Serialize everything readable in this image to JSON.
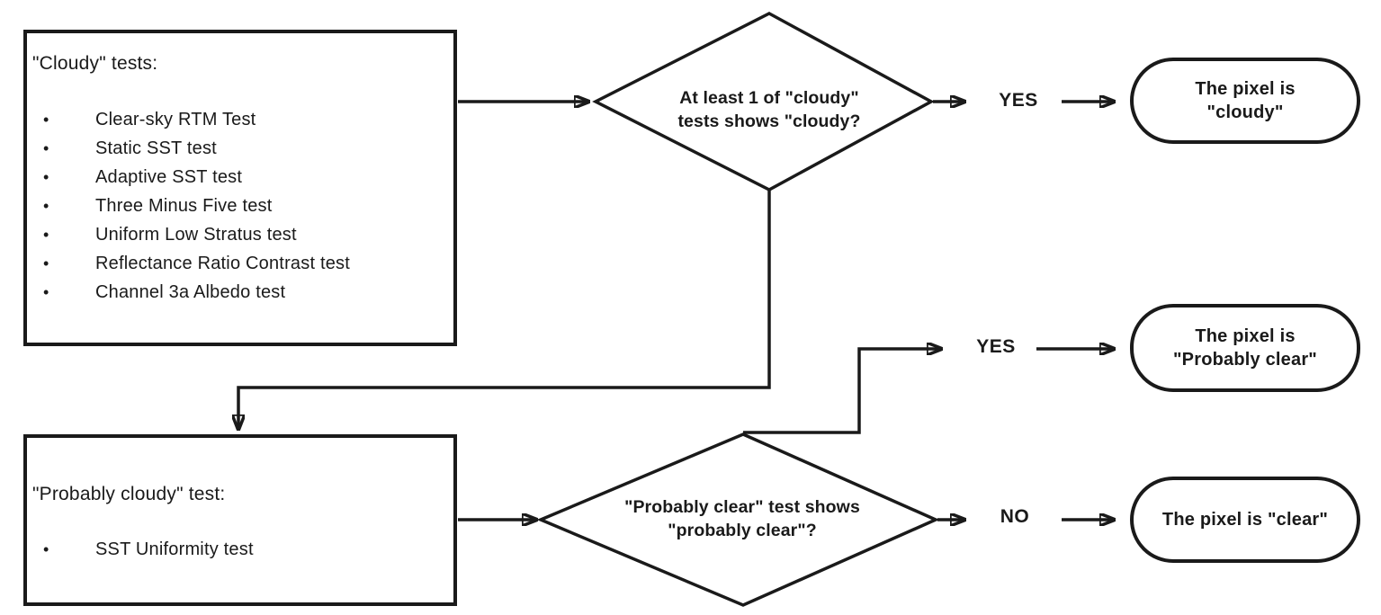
{
  "colors": {
    "ink": "#1a1a1a",
    "paper": "#ffffff"
  },
  "glyphs": {
    "bullet": "•"
  },
  "boxes": {
    "cloudy_tests": {
      "title": "\"Cloudy\" tests:",
      "items": [
        "Clear-sky RTM Test",
        "Static SST test",
        "Adaptive SST test",
        "Three Minus Five test",
        "Uniform Low Stratus test",
        "Reflectance Ratio Contrast test",
        "Channel 3a Albedo test"
      ]
    },
    "probably_cloudy": {
      "title": "\"Probably cloudy\" test:",
      "items": [
        "SST Uniformity test"
      ]
    }
  },
  "decisions": {
    "cloudy": {
      "line1": "At least 1 of \"cloudy\"",
      "line2": "tests shows \"cloudy?"
    },
    "probably_clear": {
      "line1": "\"Probably clear\" test shows",
      "line2": "\"probably clear\"?"
    }
  },
  "edge_labels": {
    "yes_cloudy": "YES",
    "yes_probably_clear": "YES",
    "no_clear": "NO"
  },
  "terminals": {
    "cloudy": {
      "line1": "The pixel is",
      "line2": "\"cloudy\""
    },
    "probably_clear": {
      "line1": "The pixel is",
      "line2": "\"Probably clear\""
    },
    "clear": {
      "line1": "The pixel is \"clear\""
    }
  }
}
